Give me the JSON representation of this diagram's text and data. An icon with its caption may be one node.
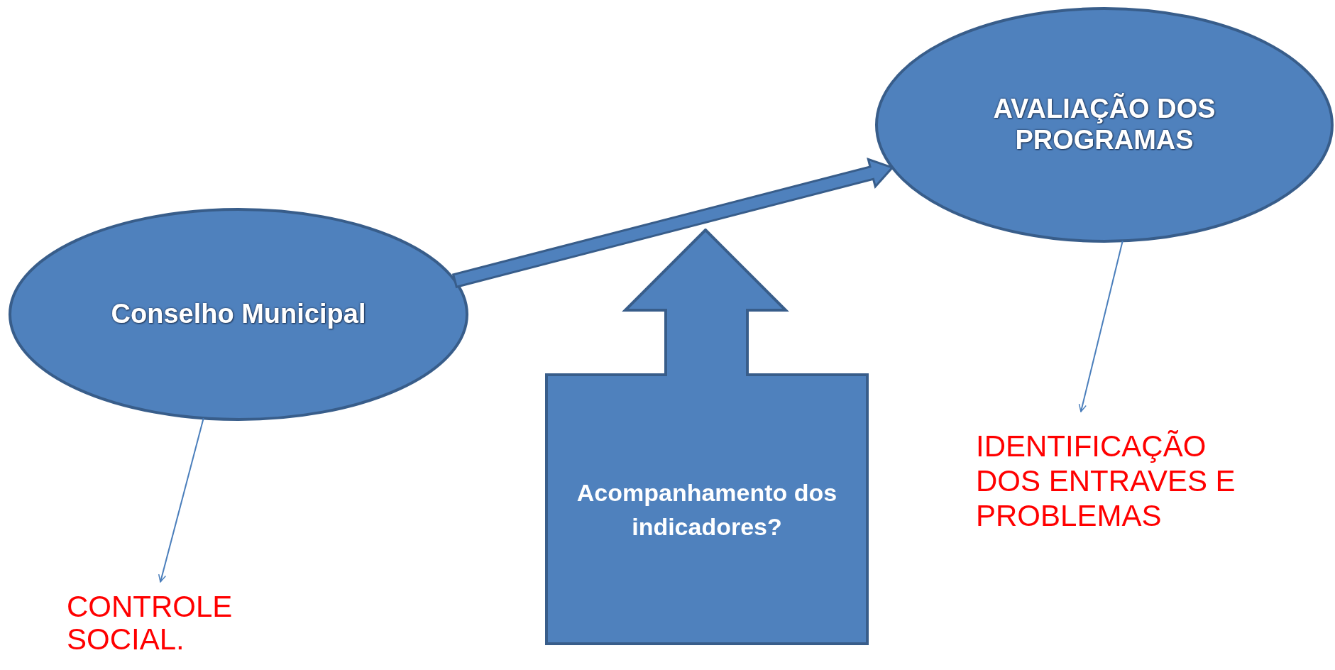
{
  "diagram": {
    "nodes": [
      {
        "text": [
          "Conselho Municipal"
        ]
      },
      {
        "text": [
          "AVALIAÇÃO DOS PROGRAMAS"
        ]
      },
      {
        "text": [
          "Acompanhamento dos indicadores?"
        ]
      },
      {
        "text": [
          "CONTROLE SOCIAL."
        ]
      },
      {
        "text": [
          "IDENTIFICAÇÃO DOS ENTRAVES E PROBLEMAS"
        ]
      }
    ],
    "edges": [
      {
        "from": 0,
        "to": 1,
        "arrow": "to",
        "style": "thick"
      },
      {
        "from": 0,
        "to": 3,
        "arrow": "to"
      },
      {
        "from": 1,
        "to": 4,
        "arrow": "to"
      }
    ]
  }
}
